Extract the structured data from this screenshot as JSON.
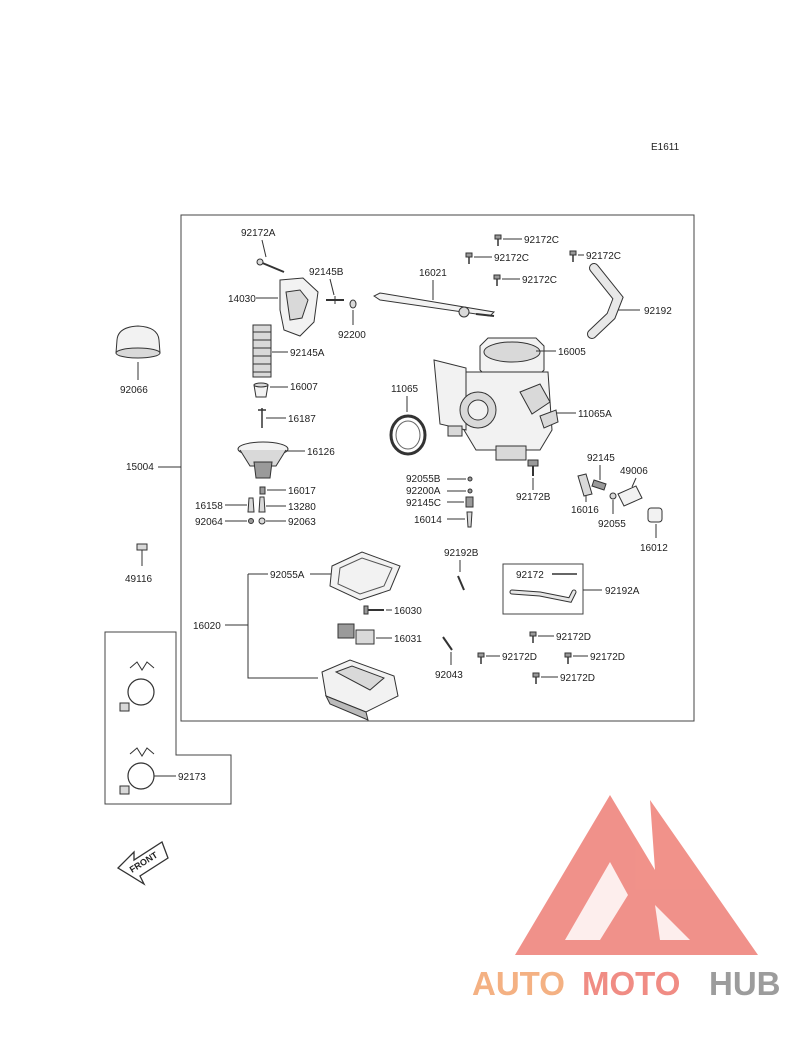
{
  "diagram_code": "E1611",
  "labels": {
    "p92172A": "92172A",
    "p92145B": "92145B",
    "p14030": "14030",
    "p92200": "92200",
    "p92145A": "92145A",
    "p16007": "16007",
    "p16187": "16187",
    "p16126": "16126",
    "p15004": "15004",
    "p16017": "16017",
    "p16158": "16158",
    "p13280": "13280",
    "p92064": "92064",
    "p92063": "92063",
    "p92066": "92066",
    "p49116": "49116",
    "p16021": "16021",
    "p92172C_1": "92172C",
    "p92172C_2": "92172C",
    "p92172C_3": "92172C",
    "p92172C_4": "92172C",
    "p92192": "92192",
    "p16005": "16005",
    "p11065": "11065",
    "p11065A": "11065A",
    "p92055B": "92055B",
    "p92200A": "92200A",
    "p92145C": "92145C",
    "p16014": "16014",
    "p92172B": "92172B",
    "p92145": "92145",
    "p49006": "49006",
    "p16016": "16016",
    "p92055": "92055",
    "p16012": "16012",
    "p92192B": "92192B",
    "p92055A": "92055A",
    "p16020": "16020",
    "p16030": "16030",
    "p16031": "16031",
    "p92172": "92172",
    "p92192A": "92192A",
    "p92172D_1": "92172D",
    "p92172D_2": "92172D",
    "p92172D_3": "92172D",
    "p92172D_4": "92172D",
    "p92043": "92043",
    "p92173": "92173"
  },
  "front_arrow_text": "FRONT",
  "watermark": {
    "auto": "AUTO",
    "moto": "MOTO",
    "hub": "HUB",
    "colors": {
      "auto": "#f4b183",
      "moto": "#f08c84",
      "hub": "#9c9c9c",
      "logo": "#f08c84"
    }
  }
}
